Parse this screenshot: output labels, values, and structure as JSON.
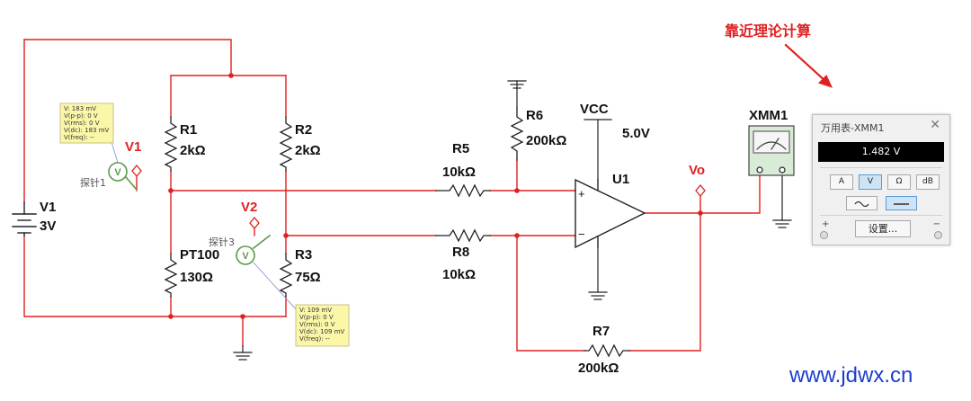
{
  "annotation": "靠近理论计算",
  "watermark": "www.jdwx.cn",
  "components": {
    "V1": {
      "name": "V1",
      "value": "3V"
    },
    "R1": {
      "name": "R1",
      "value": "2kΩ"
    },
    "R2": {
      "name": "R2",
      "value": "2kΩ"
    },
    "PT100": {
      "name": "PT100",
      "value": "130Ω"
    },
    "R3": {
      "name": "R3",
      "value": "75Ω"
    },
    "R5": {
      "name": "R5",
      "value": "10kΩ"
    },
    "R8": {
      "name": "R8",
      "value": "10kΩ"
    },
    "R6": {
      "name": "R6",
      "value": "200kΩ"
    },
    "R7": {
      "name": "R7",
      "value": "200kΩ"
    },
    "U1": {
      "name": "U1"
    },
    "VCC": {
      "name": "VCC",
      "value": "5.0V"
    },
    "XMM1": {
      "name": "XMM1"
    }
  },
  "probes": {
    "V1": {
      "name": "V1",
      "label": "探针1",
      "lines": [
        "V: 183 mV",
        "V(p-p): 0 V",
        "V(rms): 0 V",
        "V(dc): 183 mV",
        "V(freq): --"
      ]
    },
    "V2": {
      "name": "V2",
      "label": "探针3",
      "lines": [
        "V: 109 mV",
        "V(p-p): 0 V",
        "V(rms): 0 V",
        "V(dc): 109 mV",
        "V(freq): --"
      ]
    },
    "Vo": {
      "name": "Vo"
    }
  },
  "opamp": {
    "plus": "+",
    "minus": "−"
  },
  "multimeter": {
    "title": "万用表-XMM1",
    "close": "✕",
    "reading": "1.482 V",
    "buttons": [
      "A",
      "V",
      "Ω",
      "dB"
    ],
    "active_button": "V",
    "settings_label": "设置...",
    "term_plus": "+",
    "term_minus": "−"
  },
  "colors": {
    "wire": "#e02020",
    "annotation": "#e02020",
    "watermark": "#1a3fd0"
  }
}
